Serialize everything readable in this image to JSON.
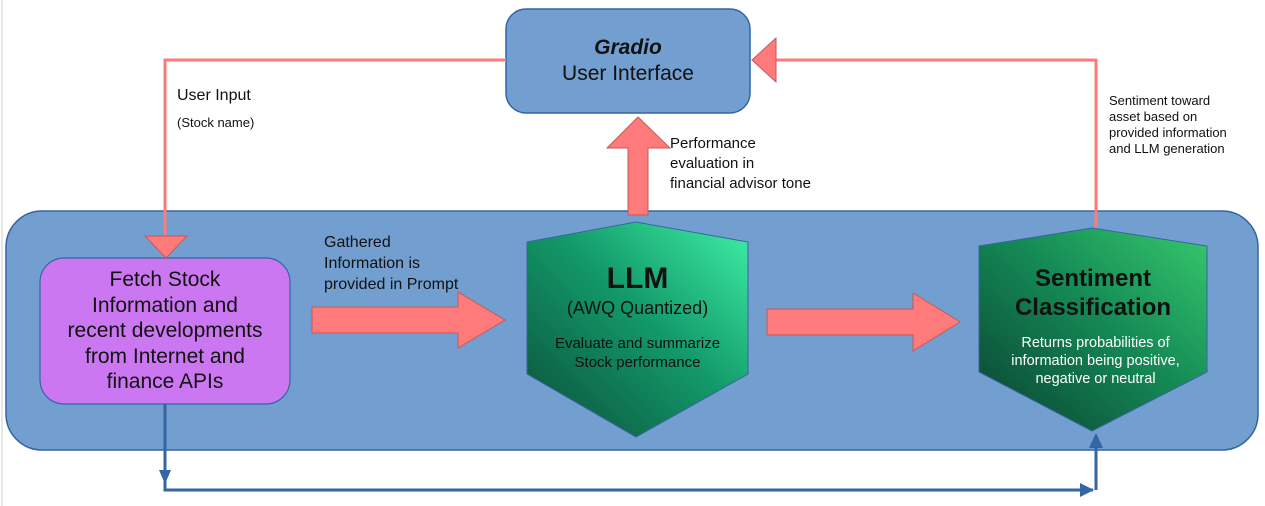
{
  "gradio": {
    "title": "Gradio",
    "subtitle": "User Interface"
  },
  "fetch": {
    "lines": [
      "Fetch Stock",
      "Information and",
      "recent developments",
      "from Internet and",
      "finance APIs"
    ]
  },
  "llm": {
    "title": "LLM",
    "subtitle": "(AWQ Quantized)",
    "description": [
      "Evaluate and summarize",
      "Stock performance"
    ]
  },
  "sentiment": {
    "title": [
      "Sentiment",
      "Classification"
    ],
    "description": [
      "Returns probabilities of",
      "information being positive,",
      "negative or neutral"
    ]
  },
  "labels": {
    "user_input": "User Input",
    "stock_name": "(Stock name)",
    "gathered": [
      "Gathered",
      "Information is",
      "provided in Prompt"
    ],
    "performance": [
      "Performance",
      "evaluation in",
      "financial advisor tone"
    ],
    "sentiment_toward": [
      "Sentiment toward",
      "asset based on",
      "provided information",
      "and LLM generation"
    ]
  },
  "colors": {
    "panel": "#729fcf",
    "panel_border": "#3465a4",
    "arrow": "#ff7b7b",
    "fetch_box": "#cc77f2",
    "cube_dark": "#0d5c44",
    "cube_light": "#3fe7a0",
    "blue_connector": "#3465a4"
  }
}
